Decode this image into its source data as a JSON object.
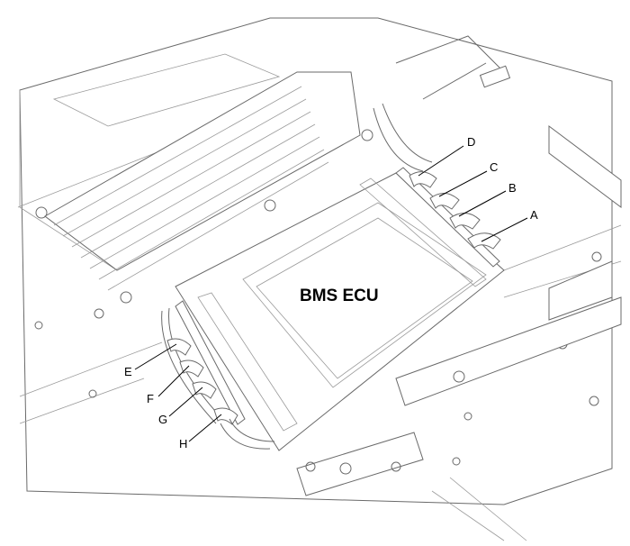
{
  "diagram": {
    "component_label": "BMS ECU",
    "connectors": [
      {
        "letter": "A"
      },
      {
        "letter": "B"
      },
      {
        "letter": "C"
      },
      {
        "letter": "D"
      },
      {
        "letter": "E"
      },
      {
        "letter": "F"
      },
      {
        "letter": "G"
      },
      {
        "letter": "H"
      }
    ]
  },
  "colors": {
    "line": "#6a6a6a",
    "leader": "#000000",
    "background": "#ffffff"
  }
}
